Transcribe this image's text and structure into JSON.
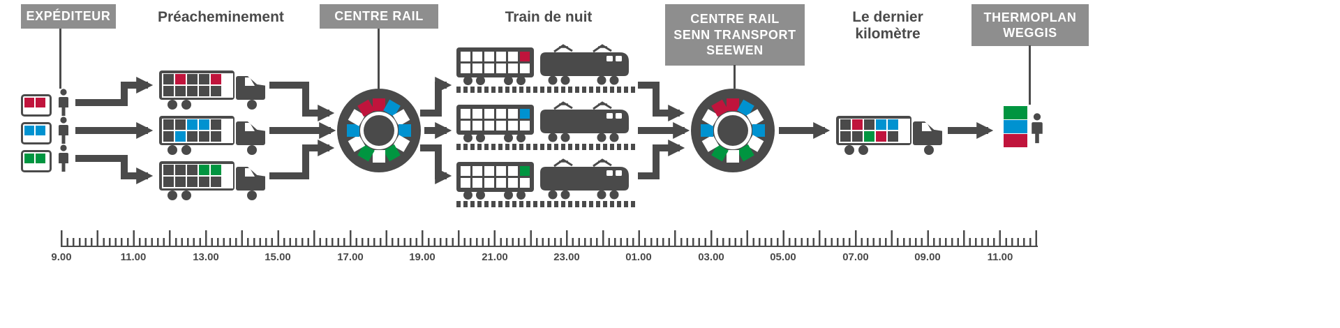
{
  "palette": {
    "dark": "#4a4a4a",
    "red": "#c0143c",
    "blue": "#0092d0",
    "green": "#009540",
    "white": "#ffffff",
    "label_bg": "#8e8e8e",
    "label_text": "#ffffff"
  },
  "stages": {
    "expediteur": {
      "label": "EXPÉDITEUR"
    },
    "preacheminement": {
      "label": "Préacheminement"
    },
    "centre_rail": {
      "label": "CENTRE RAIL"
    },
    "train_de_nuit": {
      "label": "Train de nuit"
    },
    "centre_rail_senn": {
      "label": "CENTRE RAIL\nSENN TRANSPORT\nSEEWEN"
    },
    "dernier_kilometre": {
      "label": "Le dernier kilomètre"
    },
    "thermoplan": {
      "label": "THERMOPLAN\nWEGGIS"
    }
  },
  "shippers": [
    {
      "name": "shipper-red",
      "package": [
        [
          "red",
          "red"
        ]
      ]
    },
    {
      "name": "shipper-blue",
      "package": [
        [
          "blue",
          "blue"
        ]
      ]
    },
    {
      "name": "shipper-green",
      "package": [
        [
          "green",
          "green"
        ]
      ]
    }
  ],
  "trucks": [
    {
      "name": "truck-red",
      "cargo": [
        [
          "dark",
          "red",
          "dark",
          "dark",
          "red"
        ],
        [
          "dark",
          "dark",
          "dark",
          "dark",
          "dark"
        ]
      ]
    },
    {
      "name": "truck-blue",
      "cargo": [
        [
          "dark",
          "dark",
          "blue",
          "blue",
          "dark"
        ],
        [
          "dark",
          "blue",
          "dark",
          "dark",
          "dark"
        ]
      ]
    },
    {
      "name": "truck-green",
      "cargo": [
        [
          "dark",
          "dark",
          "dark",
          "green",
          "green"
        ],
        [
          "dark",
          "dark",
          "dark",
          "dark",
          "dark"
        ]
      ]
    }
  ],
  "final_truck": {
    "name": "truck-mixed",
    "cargo": [
      [
        "dark",
        "red",
        "dark",
        "blue",
        "blue"
      ],
      [
        "dark",
        "dark",
        "green",
        "red",
        "dark"
      ]
    ]
  },
  "wagons": [
    {
      "name": "wagon-red",
      "cargo": [
        [
          "white",
          "white",
          "white",
          "white",
          "white",
          "red"
        ],
        [
          "white",
          "white",
          "white",
          "white",
          "white",
          "white"
        ]
      ]
    },
    {
      "name": "wagon-blue",
      "cargo": [
        [
          "white",
          "white",
          "white",
          "white",
          "white",
          "blue"
        ],
        [
          "white",
          "white",
          "white",
          "white",
          "white",
          "white"
        ]
      ]
    },
    {
      "name": "wagon-green",
      "cargo": [
        [
          "white",
          "white",
          "white",
          "white",
          "white",
          "green"
        ],
        [
          "white",
          "white",
          "white",
          "white",
          "white",
          "white"
        ]
      ]
    }
  ],
  "hubs": [
    {
      "name": "centre-rail-hub",
      "segments": [
        "red",
        "blue",
        "white",
        "blue",
        "white",
        "green",
        "white",
        "green",
        "white",
        "blue",
        "white",
        "red"
      ]
    },
    {
      "name": "centre-rail-senn-hub",
      "segments": [
        "red",
        "blue",
        "white",
        "blue",
        "white",
        "green",
        "white",
        "green",
        "white",
        "blue",
        "white",
        "red"
      ]
    }
  ],
  "destination": {
    "stack": [
      "green",
      "blue",
      "red"
    ]
  },
  "timeline": {
    "labels": [
      "9.00",
      "11.00",
      "13.00",
      "15.00",
      "17.00",
      "19.00",
      "21.00",
      "23.00",
      "01.00",
      "03.00",
      "05.00",
      "07.00",
      "09.00",
      "11.00"
    ]
  }
}
